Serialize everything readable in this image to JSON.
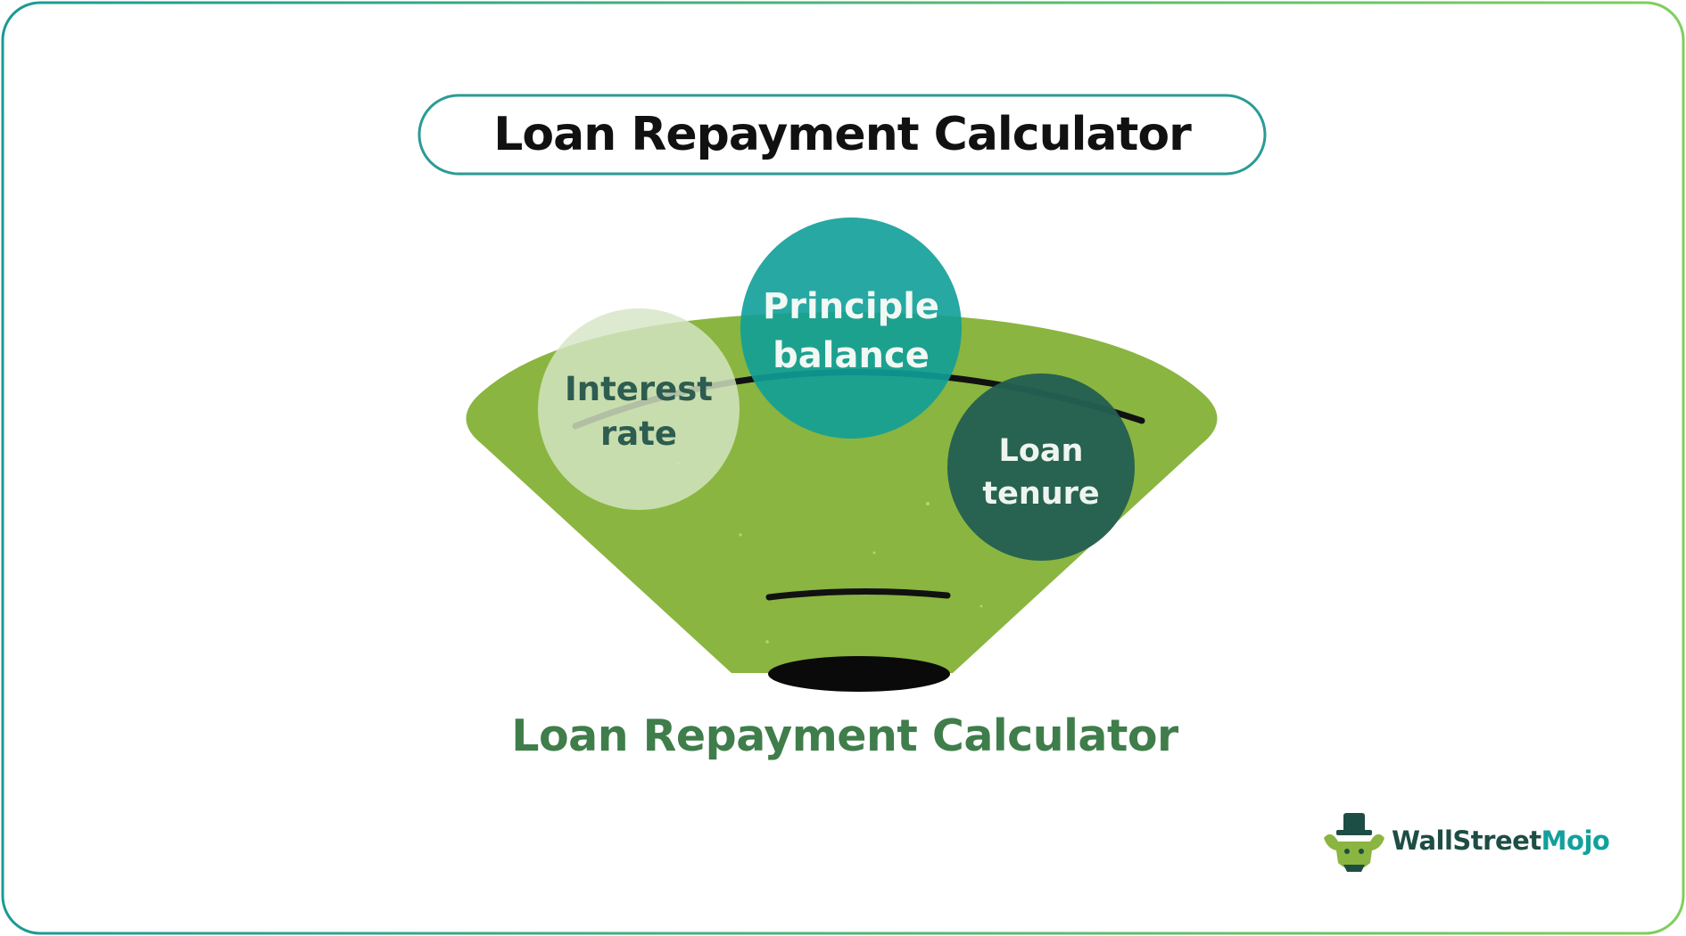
{
  "header": {
    "title": "Loan Repayment Calculator"
  },
  "diagram": {
    "nodes": [
      {
        "id": "principle",
        "lines": [
          "Principle",
          "balance"
        ]
      },
      {
        "id": "interest",
        "lines": [
          "Interest",
          "rate"
        ]
      },
      {
        "id": "tenure",
        "lines": [
          "Loan",
          "tenure"
        ]
      }
    ],
    "caption": "Loan Repayment Calculator"
  },
  "brand": {
    "part1": "WallStreet",
    "part2": "Mojo"
  },
  "colors": {
    "frame_gradient_start": "#1a9a95",
    "frame_gradient_end": "#7fcf5b",
    "title_border": "#2b9b94",
    "funnel_green": "#8ab540",
    "principle_fill": "#0f9e98",
    "interest_fill": "#d6e5c6",
    "tenure_fill": "#245f51",
    "caption_green": "#3f7d4b",
    "brand_dark": "#1d4d44",
    "brand_teal": "#12a09b"
  }
}
